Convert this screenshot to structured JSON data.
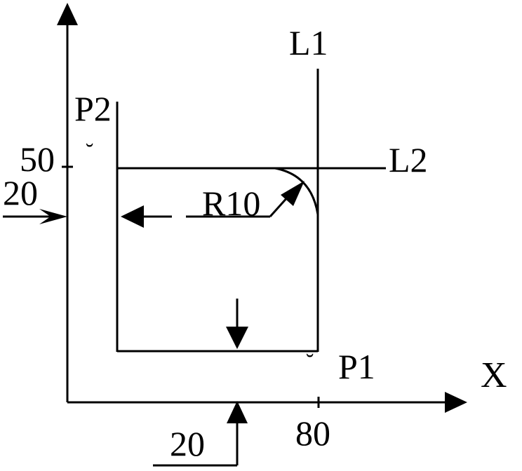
{
  "diagram": {
    "labels": {
      "x_axis": "X",
      "line1": "L1",
      "line2": "L2",
      "point1": "P1",
      "point2": "P2",
      "radius": "R10",
      "dim_50": "50",
      "dim_20_left": "20",
      "dim_20_bottom": "20",
      "dim_80": "80",
      "breve_mark": "˘"
    },
    "colors": {
      "stroke": "#000000",
      "background": "#ffffff"
    }
  }
}
